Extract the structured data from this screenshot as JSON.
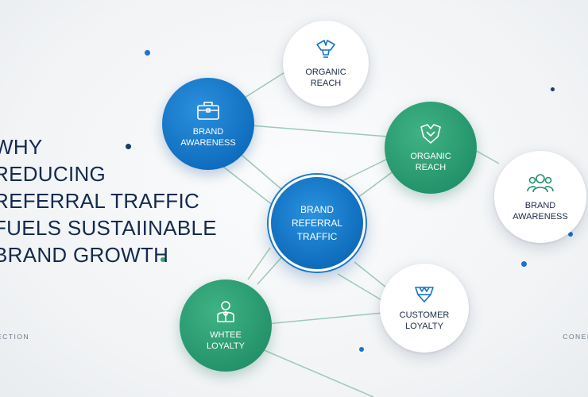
{
  "headline": {
    "lines": [
      "WHY",
      "REDUCING",
      "REFERRAL TRAFFIC",
      "FUELS SUSTAIINABLE",
      "BRAND GROWTH"
    ]
  },
  "corner_labels": {
    "left": "ECTION",
    "right": "CONEP"
  },
  "nodes": {
    "organic_reach_top": {
      "line1": "ORGANIC",
      "line2": "REACH",
      "icon": "lightbulb-icon"
    },
    "brand_awareness_left": {
      "line1": "BRAND",
      "line2": "AWARENESS",
      "icon": "briefcase-icon"
    },
    "organic_reach_right": {
      "line1": "ORGANIC",
      "line2": "REACH",
      "icon": "shield-icon"
    },
    "brand_awareness_right": {
      "line1": "BRAND",
      "line2": "AWARENESS",
      "icon": "people-icon"
    },
    "center": {
      "line1": "BRAND",
      "line2": "REFERRAL",
      "line3": "TRAFFIC"
    },
    "customer_loyalty": {
      "line1": "CUSTOMER",
      "line2": "LOYALTY",
      "icon": "diamond-icon"
    },
    "whtee_loyalty": {
      "line1": "WHTEE",
      "line2": "LOYALTY",
      "icon": "person-icon"
    }
  },
  "colors": {
    "blue": "#0f6cbd",
    "green": "#23916a",
    "navy_text": "#142a4e",
    "connector": "#9ec9b4",
    "dot_blue": "#1e6fd0",
    "dot_navy": "#1a3a6b",
    "dot_green": "#3aa37a"
  }
}
